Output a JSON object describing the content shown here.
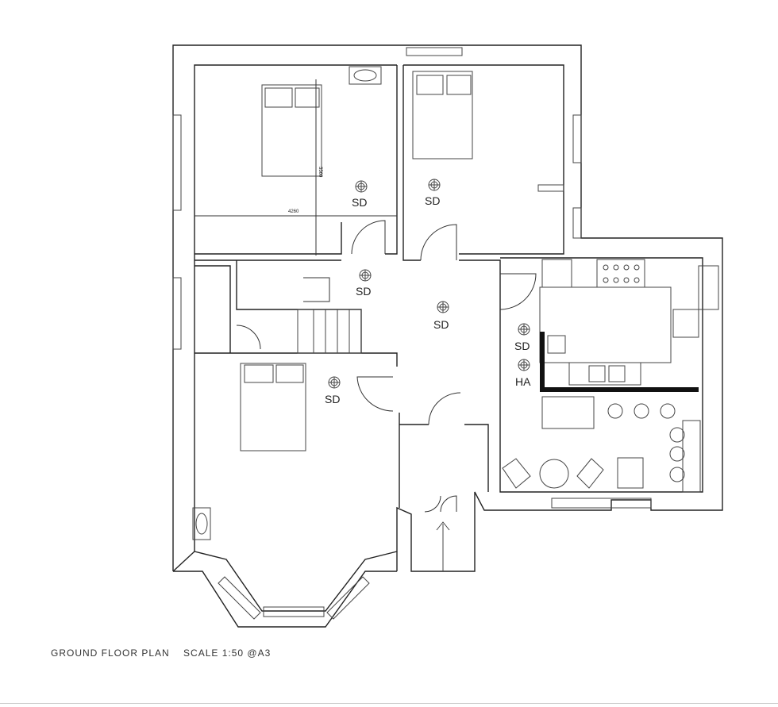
{
  "caption": {
    "title": "GROUND FLOOR PLAN",
    "scale": "SCALE 1:50 @A3"
  },
  "dimensions": {
    "bedroom_width": "4260",
    "bedroom_depth": "3560"
  },
  "symbols": [
    {
      "label": "SD"
    },
    {
      "label": "SD"
    },
    {
      "label": "SD"
    },
    {
      "label": "SD"
    },
    {
      "label": "SD"
    },
    {
      "label": "SD"
    },
    {
      "label": "HA"
    }
  ],
  "colors": {
    "line": "#222222",
    "background": "#ffffff"
  }
}
